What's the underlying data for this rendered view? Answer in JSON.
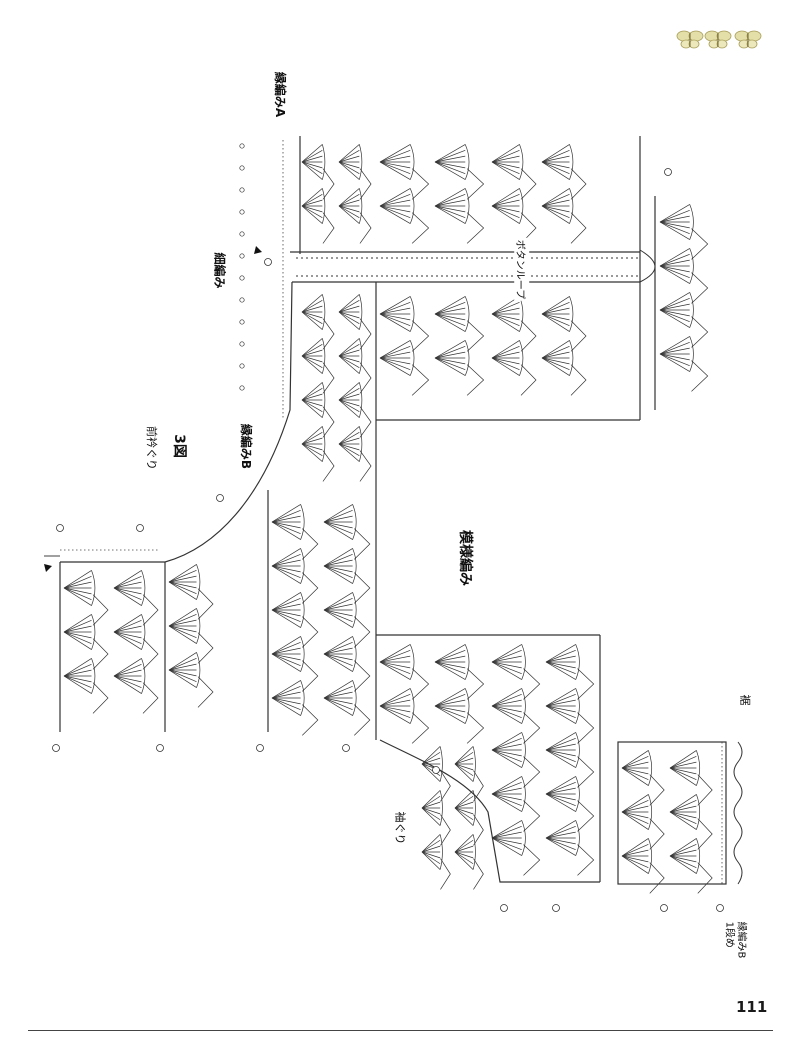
{
  "labels": {
    "edge_a": "縁編みA",
    "fine_edge": "細編み",
    "button_loop": "ボタンループ",
    "front_neck": "前衿ぐり",
    "figure": "3図",
    "edge_b": "縁編みB",
    "pattern": "模様編み",
    "armhole": "袖ぐり",
    "hem": "裾",
    "edge_b_row1_line1": "縁編みB",
    "edge_b_row1_line2": "1段め"
  },
  "page_number": "111",
  "colors": {
    "ink": "#333333",
    "paper": "#ffffff",
    "butterfly": "#c9c27a"
  },
  "icons": [
    "butterfly-icon",
    "butterfly-icon",
    "butterfly-icon"
  ]
}
